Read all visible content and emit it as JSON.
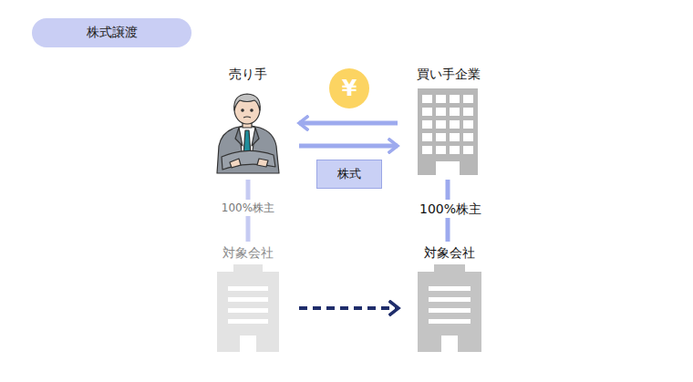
{
  "diagram": {
    "title": "株式譲渡",
    "nodes": [
      {
        "text": [
          "売り手"
        ]
      },
      {
        "text": [
          "買い手企業"
        ]
      },
      {
        "text": [
          "対象会社"
        ]
      },
      {
        "text": [
          "対象会社"
        ]
      }
    ],
    "edges": [
      {
        "from": 1,
        "to": 0,
        "arrow": "to",
        "label": "¥"
      },
      {
        "from": 0,
        "to": 1,
        "arrow": "to",
        "label": "株式"
      },
      {
        "from": 0,
        "to": 2,
        "arrow": "none",
        "label": "100%株主"
      },
      {
        "from": 1,
        "to": 3,
        "arrow": "none",
        "label": "100%株主"
      },
      {
        "from": 2,
        "to": 3,
        "arrow": "to"
      }
    ]
  }
}
